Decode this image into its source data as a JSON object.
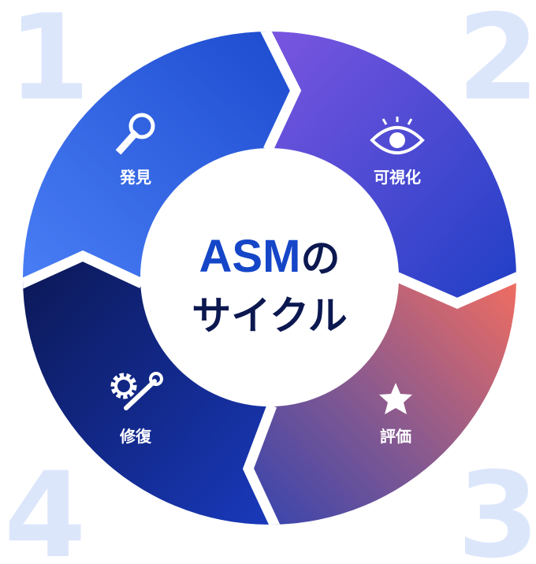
{
  "title": {
    "line1_a": "ASM",
    "line1_b": "の",
    "line2": "サイクル"
  },
  "steps": [
    {
      "number": "1",
      "label": "発見",
      "icon": "magnifier-icon"
    },
    {
      "number": "2",
      "label": "可視化",
      "icon": "eye-icon"
    },
    {
      "number": "3",
      "label": "評価",
      "icon": "star-icon"
    },
    {
      "number": "4",
      "label": "修復",
      "icon": "gear-wrench-icon"
    }
  ],
  "colors": {
    "number": "#dce6fb",
    "title_accent": "#1546c8",
    "title_dark": "#0c1850"
  }
}
